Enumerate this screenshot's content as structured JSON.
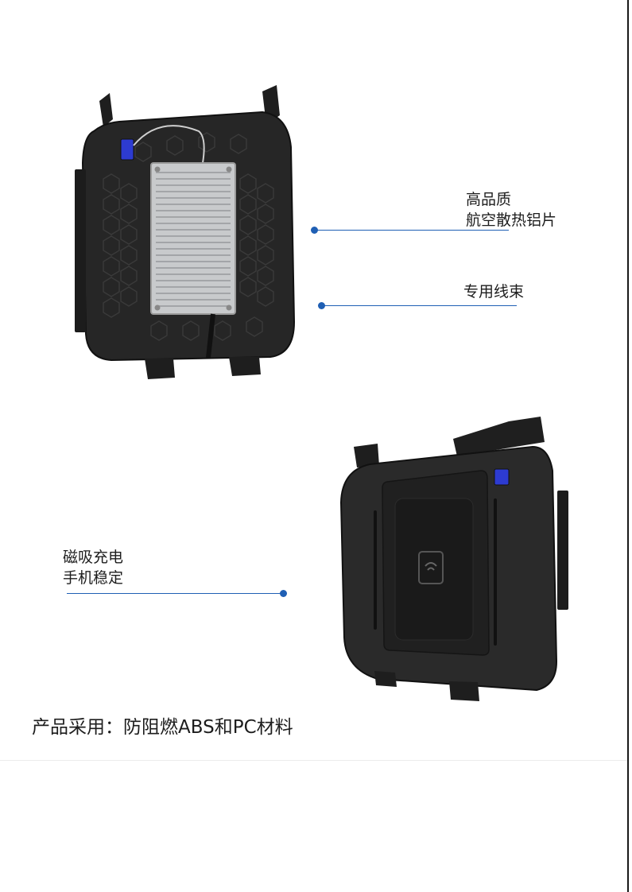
{
  "product": {
    "back_callouts": [
      {
        "lines": [
          "高品质",
          "航空散热铝片"
        ]
      },
      {
        "lines": [
          "专用线束"
        ]
      }
    ],
    "front_callout": {
      "lines": [
        "磁吸充电",
        "手机稳定"
      ]
    },
    "footer": "产品采用：防阻燃ABS和PC材料"
  },
  "colors": {
    "accent": "#1f5fb4",
    "plastic": "#262626",
    "heatsink": "#c8cacc",
    "charge_icon": "#2d3bd1"
  }
}
